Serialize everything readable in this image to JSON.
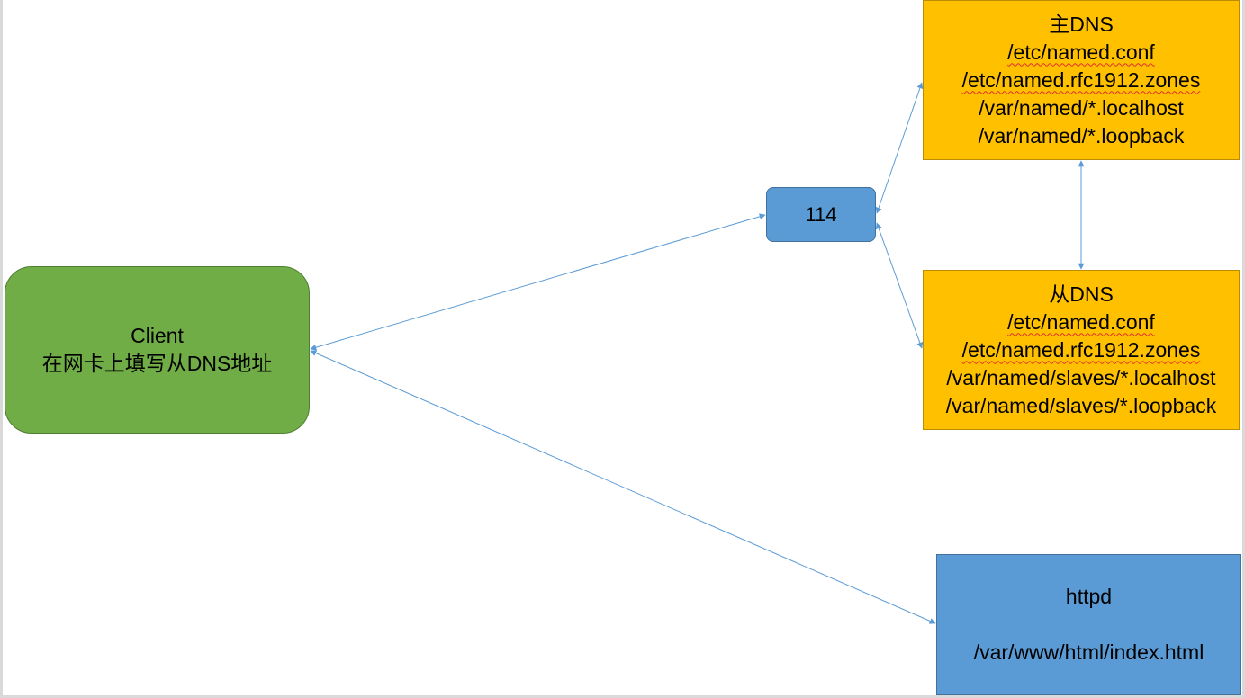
{
  "diagram": {
    "client": {
      "name": "Client",
      "note": "在网卡上填写从DNS地址"
    },
    "dns_114": {
      "label": "114"
    },
    "master_dns": {
      "title": "主DNS",
      "files": [
        "/etc/named.conf",
        "/etc/named.rfc1912.zones",
        "/var/named/*.localhost",
        "/var/named/*.loopback"
      ]
    },
    "slave_dns": {
      "title": "从DNS",
      "files": [
        "/etc/named.conf",
        "/etc/named.rfc1912.zones",
        "/var/named/slaves/*.localhost",
        "/var/named/slaves/*.loopback"
      ]
    },
    "httpd": {
      "title": "httpd",
      "path": "/var/www/html/index.html"
    }
  },
  "colors": {
    "client_fill": "#70AD47",
    "blue_fill": "#5B9BD5",
    "dns_fill": "#FFC000",
    "edge": "#5B9BD5"
  }
}
